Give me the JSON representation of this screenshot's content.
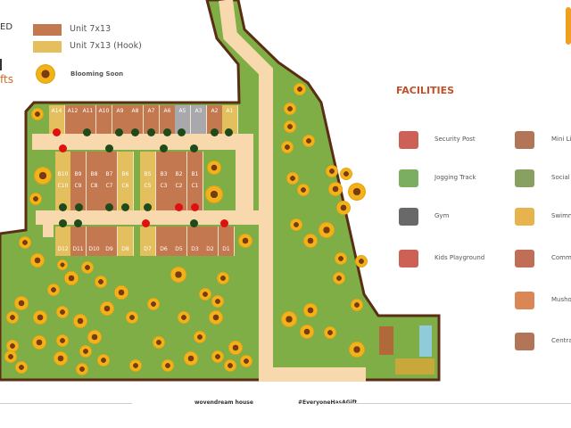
{
  "left_edge_text": {
    "line1": "ED",
    "line2": "fts"
  },
  "legend": {
    "unit": {
      "label": "Unit 7x13",
      "color": "#c4784f"
    },
    "hook": {
      "label": "Unit 7x13 (Hook)",
      "color": "#e3bf5e"
    },
    "blooming": {
      "label": "Blooming Soon",
      "icon": "sunflower-icon"
    }
  },
  "colors": {
    "grass": "#7fae47",
    "road": "#f8d9ae",
    "border": "#5a2e14",
    "reserved": "#a9a9ad",
    "dot_red": "#e01010",
    "dot_green": "#1f4a1a"
  },
  "units": {
    "row_a": [
      {
        "label": "A14",
        "type": "hook"
      },
      {
        "label": "A12",
        "type": "unit"
      },
      {
        "label": "A11",
        "type": "unit"
      },
      {
        "label": "A10",
        "type": "unit"
      },
      {
        "label": "A9",
        "type": "unit"
      },
      {
        "label": "A8",
        "type": "unit"
      },
      {
        "label": "A7",
        "type": "unit"
      },
      {
        "label": "A6",
        "type": "unit"
      },
      {
        "label": "A5",
        "type": "reserved"
      },
      {
        "label": "A3",
        "type": "reserved"
      },
      {
        "label": "A2",
        "type": "unit"
      },
      {
        "label": "A1",
        "type": "hook"
      }
    ],
    "row_b": [
      {
        "label": "B10",
        "type": "hook"
      },
      {
        "label": "B9",
        "type": "unit"
      },
      {
        "label": "B8",
        "type": "unit"
      },
      {
        "label": "B7",
        "type": "unit"
      },
      {
        "label": "B6",
        "type": "hook"
      },
      {
        "label": "B5",
        "type": "hook"
      },
      {
        "label": "B3",
        "type": "unit"
      },
      {
        "label": "B2",
        "type": "unit"
      },
      {
        "label": "B1",
        "type": "unit"
      }
    ],
    "row_c": [
      {
        "label": "C10",
        "type": "hook"
      },
      {
        "label": "C9",
        "type": "unit"
      },
      {
        "label": "C8",
        "type": "unit"
      },
      {
        "label": "C7",
        "type": "unit"
      },
      {
        "label": "C6",
        "type": "hook"
      },
      {
        "label": "C5",
        "type": "hook"
      },
      {
        "label": "C3",
        "type": "unit"
      },
      {
        "label": "C2",
        "type": "unit"
      },
      {
        "label": "C1",
        "type": "unit"
      }
    ],
    "row_d": [
      {
        "label": "D12",
        "type": "hook"
      },
      {
        "label": "D11",
        "type": "unit"
      },
      {
        "label": "D10",
        "type": "unit"
      },
      {
        "label": "D9",
        "type": "unit"
      },
      {
        "label": "D8",
        "type": "hook"
      },
      {
        "label": "D7",
        "type": "hook"
      },
      {
        "label": "D6",
        "type": "unit"
      },
      {
        "label": "D5",
        "type": "unit"
      },
      {
        "label": "D3",
        "type": "unit"
      },
      {
        "label": "D2",
        "type": "unit"
      },
      {
        "label": "D1",
        "type": "unit"
      }
    ]
  },
  "facilities": {
    "title": "FACILITIES",
    "left": [
      {
        "label": "Security Post",
        "icon": "security-post-icon"
      },
      {
        "label": "Jogging Track",
        "icon": "jogging-track-icon"
      },
      {
        "label": "Gym",
        "icon": "gym-icon"
      },
      {
        "label": "Kids Playground",
        "icon": "playground-slide-icon"
      }
    ],
    "right": [
      {
        "label": "Mini Li",
        "icon": "mini-library-icon"
      },
      {
        "label": "Social a",
        "icon": "social-area-icon"
      },
      {
        "label": "Swimm",
        "icon": "swimming-pool-icon"
      },
      {
        "label": "Comm",
        "icon": "community-area-icon"
      },
      {
        "label": "Musho",
        "icon": "musholla-icon"
      },
      {
        "label": "Centra",
        "icon": "central-park-bench-icon"
      }
    ]
  },
  "footer": {
    "brand": "wovendream house",
    "hashtag": "#EveryoneHasAGift"
  }
}
